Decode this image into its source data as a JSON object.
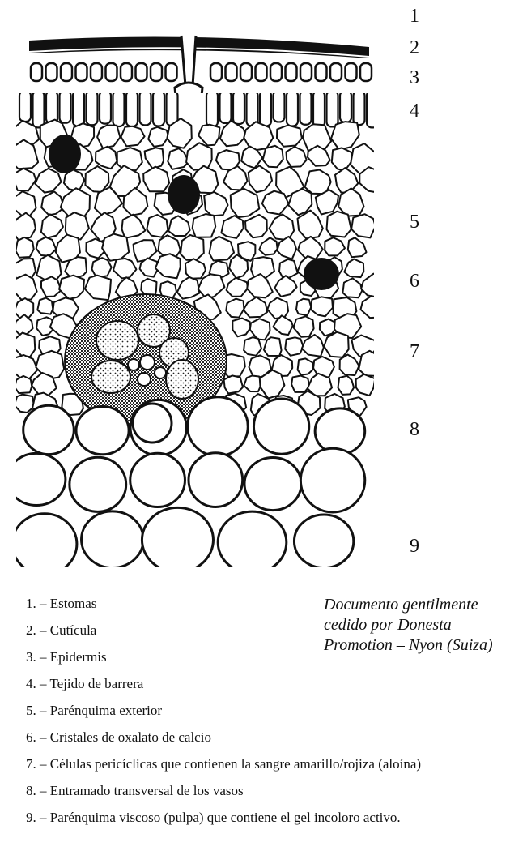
{
  "diagram": {
    "layer_numbers": [
      "1",
      "2",
      "3",
      "4",
      "5",
      "6",
      "7",
      "8",
      "9"
    ]
  },
  "legend": [
    "1. – Estomas",
    "2. – Cutícula",
    "3. – Epidermis",
    "4. – Tejido de barrera",
    "5. – Parénquima exterior",
    "6. – Cristales de oxalato de calcio",
    "7. – Células pericíclicas que contienen la sangre amarillo/rojiza (aloína)",
    "8. – Entramado transversal de los vasos",
    "9. – Parénquima viscoso (pulpa) que contiene el gel incoloro activo."
  ],
  "credit": {
    "lines": [
      "Documento gentilmente",
      "cedido por Donesta",
      "Promotion – Nyon (Suiza)"
    ]
  }
}
